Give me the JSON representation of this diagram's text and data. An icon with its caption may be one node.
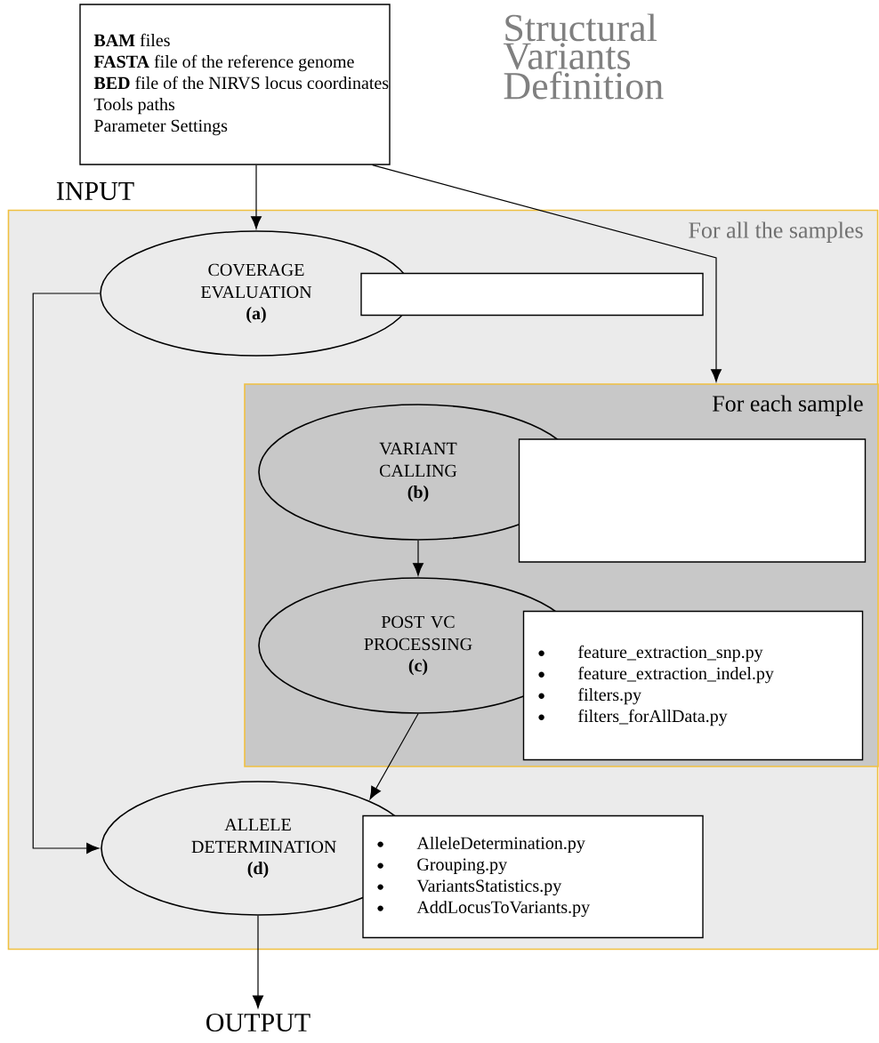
{
  "diagram": {
    "title": "Structural Variants Definition",
    "nodes": [
      {
        "text": [
          "**BAM** files",
          "**FASTA** file of the reference genome",
          "**BED** file of the NIRVS locus coordinates",
          "Tools paths",
          "Parameter Settings"
        ]
      },
      {
        "text": [
          "For all the samples"
        ]
      },
      {
        "text": [
          "COVERAGE EVALUATION",
          "(a)"
        ],
        "in": 1
      },
      {
        "text": [],
        "shape": "box",
        "in": 1
      },
      {
        "text": [
          "For each sample"
        ],
        "in": 1
      },
      {
        "text": [
          "VARIANT CALLING",
          "(b)"
        ],
        "in": 4
      },
      {
        "text": [],
        "shape": "box",
        "in": 4
      },
      {
        "text": [
          "POST VC PROCESSING",
          "(c)"
        ],
        "in": 4
      },
      {
        "text": [
          "feature_extraction_snp.py",
          "feature_extraction_indel.py",
          "filters.py",
          "filters_forAllData.py"
        ],
        "in": 4
      },
      {
        "text": [
          "ALLELE DETERMINATION",
          "(d)"
        ],
        "in": 1
      },
      {
        "text": [
          "AlleleDetermination.py",
          "Grouping.py",
          "VariantsStatistics.py",
          "AddLocusToVariants.py"
        ],
        "in": 1
      },
      {
        "text": [
          "OUTPUT"
        ]
      }
    ],
    "edges": [
      {
        "from": 0,
        "to": 2,
        "arrow": "to"
      },
      {
        "from": 0,
        "to": 4,
        "arrow": "to"
      },
      {
        "from": 5,
        "to": 7,
        "arrow": "to"
      },
      {
        "from": 7,
        "to": 9,
        "arrow": "to"
      },
      {
        "from": 2,
        "to": 9,
        "arrow": "to"
      },
      {
        "from": 9,
        "to": 11,
        "arrow": "to"
      }
    ],
    "labels": [
      "INPUT"
    ]
  }
}
